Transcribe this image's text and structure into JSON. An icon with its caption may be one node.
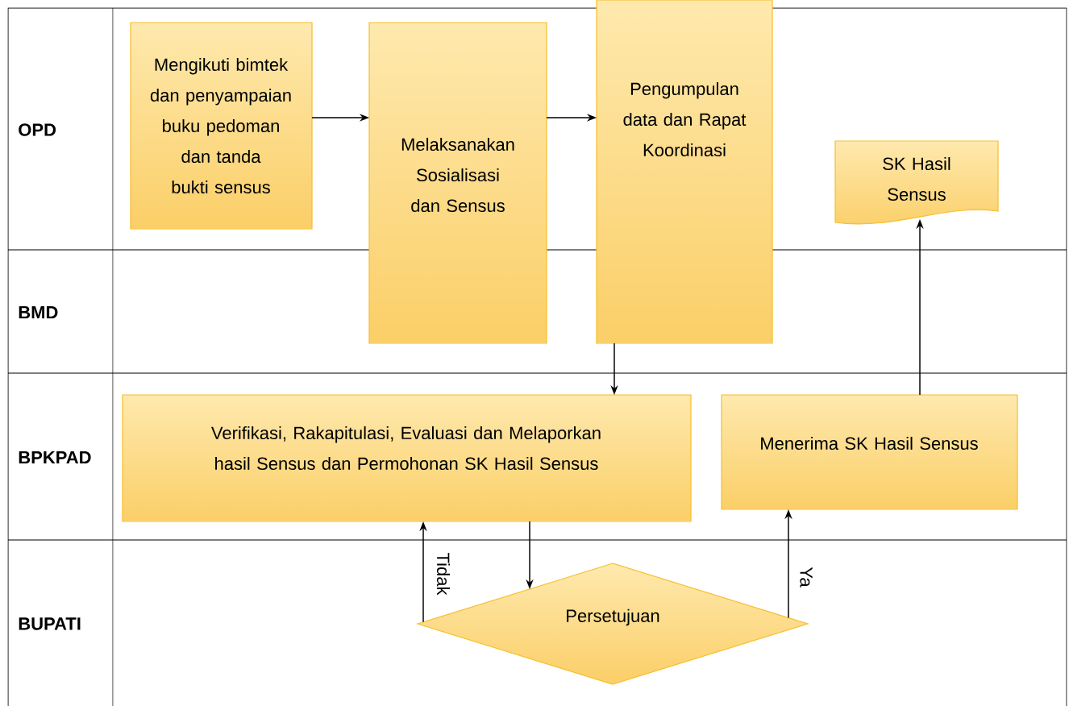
{
  "diagram": {
    "nodes": [
      {
        "text": [
          "Mengikuti bimtek dan penyampaian buku pedoman dan tanda bukti sensus"
        ]
      },
      {
        "text": [
          "Melaksanakan Sosialisasi dan Sensus"
        ]
      },
      {
        "text": [
          "Pengumpulan data dan Rapat Koordinasi"
        ]
      },
      {
        "text": [
          "SK Hasil Sensus"
        ]
      },
      {
        "text": [
          "Verifikasi, Rakapitulasi, Evaluasi dan Melaporkan hasil Sensus dan Permohonan SK Hasil Sensus"
        ]
      },
      {
        "text": [
          "Menerima SK Hasil Sensus"
        ]
      },
      {
        "text": [
          "Persetujuan"
        ]
      }
    ],
    "edges": [
      {
        "from": 0,
        "to": 1,
        "arrow": "to"
      },
      {
        "from": 1,
        "to": 2,
        "arrow": "to"
      },
      {
        "from": 2,
        "to": 4,
        "arrow": "to"
      },
      {
        "from": 4,
        "to": 6,
        "arrow": "to"
      },
      {
        "from": 6,
        "to": 4,
        "arrow": "to",
        "label": "Tidak"
      },
      {
        "from": 6,
        "to": 5,
        "arrow": "to",
        "label": "Ya"
      },
      {
        "from": 5,
        "to": 3,
        "arrow": "to"
      }
    ],
    "labels": [
      "OPD",
      "BMD",
      "BPKPAD",
      "BUPATI"
    ]
  }
}
